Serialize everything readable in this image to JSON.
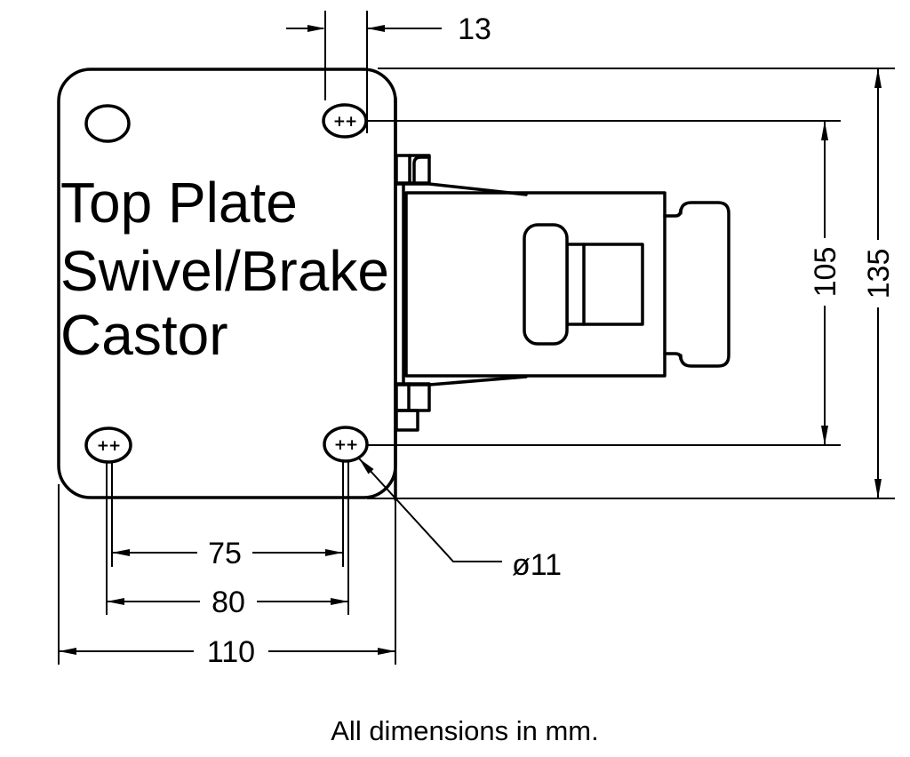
{
  "drawing": {
    "background_color": "#ffffff",
    "line_color": "#000000",
    "title_lines": [
      "Top Plate",
      "Swivel/Brake",
      "Castor"
    ],
    "footer_note": "All dimensions in mm.",
    "hole_marker": "++",
    "dimensions": {
      "slot_length": "13",
      "hole_pitch_vertical": "105",
      "plate_length": "135",
      "hole_pitch_inner": "75",
      "hole_pitch_outer": "80",
      "plate_width": "110",
      "hole_diameter": "ø11"
    }
  }
}
